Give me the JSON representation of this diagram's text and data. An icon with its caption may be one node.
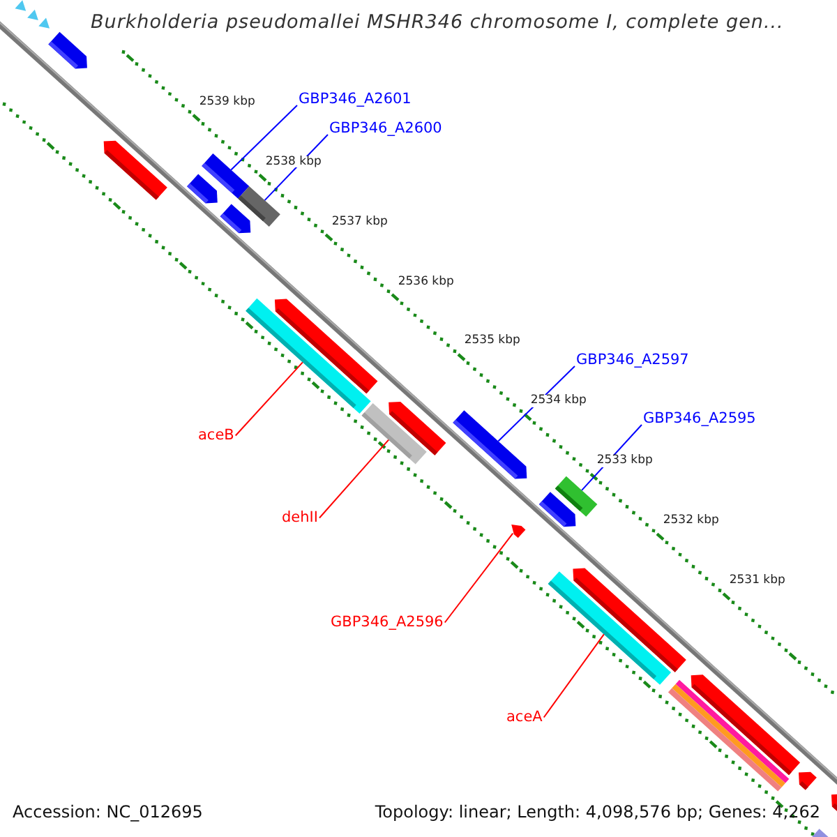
{
  "diagram": {
    "title": "Burkholderia pseudomallei MSHR346 chromosome I, complete gen...",
    "nodes": [
      {
        "text": [
          "GBP346_A2601"
        ]
      },
      {
        "text": [
          "GBP346_A2600"
        ]
      },
      {
        "text": [
          "GBP346_A2597"
        ]
      },
      {
        "text": [
          "GBP346_A2595"
        ]
      },
      {
        "text": [
          "aceB"
        ]
      },
      {
        "text": [
          "dehII"
        ]
      },
      {
        "text": [
          "GBP346_A2596"
        ]
      },
      {
        "text": [
          "aceA"
        ]
      },
      {
        "text": [],
        "shape": "triangle"
      },
      {
        "text": [],
        "shape": "triangle"
      },
      {
        "text": [],
        "shape": "triangle"
      },
      {
        "text": [],
        "shape": "bar"
      },
      {
        "text": [],
        "shape": "bar"
      },
      {
        "text": [],
        "shape": "bar"
      },
      {
        "text": [],
        "shape": "bar"
      },
      {
        "text": [],
        "shape": "bar"
      },
      {
        "text": [],
        "shape": "bar"
      },
      {
        "text": [],
        "shape": "bar"
      },
      {
        "text": [],
        "shape": "bar"
      },
      {
        "text": [],
        "shape": "bar"
      },
      {
        "text": [],
        "shape": "bar"
      },
      {
        "text": [],
        "shape": "bar"
      },
      {
        "text": [],
        "shape": "bar"
      },
      {
        "text": [],
        "shape": "bar"
      },
      {
        "text": [],
        "shape": "bar"
      },
      {
        "text": [],
        "shape": "bar"
      },
      {
        "text": [],
        "shape": "bar"
      },
      {
        "text": [],
        "shape": "bar"
      },
      {
        "text": [],
        "shape": "bar"
      },
      {
        "text": [],
        "shape": "bar"
      },
      {
        "text": [],
        "shape": "bar"
      },
      {
        "text": [],
        "shape": "bar"
      },
      {
        "text": [],
        "shape": "bar"
      },
      {
        "text": [],
        "shape": "bar"
      }
    ],
    "edges": [
      {
        "from": 0,
        "to": 13,
        "arrow": "none"
      },
      {
        "from": 1,
        "to": 15,
        "arrow": "none"
      },
      {
        "from": 2,
        "to": 21,
        "arrow": "none"
      },
      {
        "from": 3,
        "to": 24,
        "arrow": "none"
      },
      {
        "from": 4,
        "to": 17,
        "arrow": "none",
        "color": "#ff0000"
      },
      {
        "from": 5,
        "to": 19,
        "arrow": "none",
        "color": "#ff0000"
      },
      {
        "from": 6,
        "to": 22,
        "arrow": "none",
        "color": "#ff0000"
      },
      {
        "from": 7,
        "to": 25,
        "arrow": "none",
        "color": "#ff0000"
      }
    ],
    "labels": [
      "2539 kbp",
      "2538 kbp",
      "2537 kbp",
      "2536 kbp",
      "2535 kbp",
      "2534 kbp",
      "2533 kbp",
      "2532 kbp",
      "2531 kbp",
      "Accession: NC_012695",
      "Topology: linear; Length: 4,098,576 bp; Genes: 4,262"
    ]
  }
}
